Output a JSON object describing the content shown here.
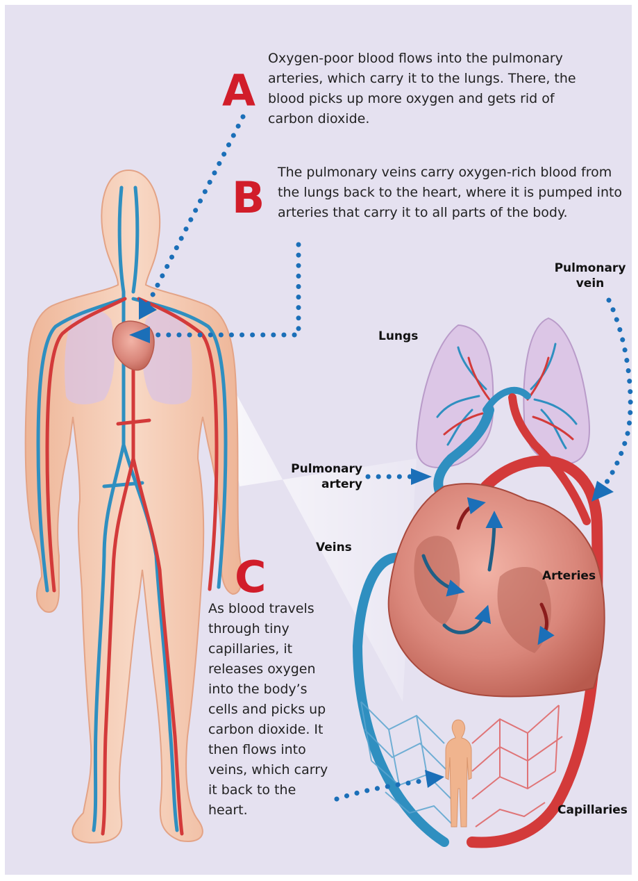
{
  "steps": {
    "a": {
      "letter": "A",
      "text": "Oxygen-poor blood flows into the pulmonary arteries, which carry it to the lungs. There, the blood picks up more oxygen and gets rid of carbon dioxide."
    },
    "b": {
      "letter": "B",
      "text": "The pulmonary veins carry oxygen-rich blood from the lungs back to the heart, where it is pumped into arteries that carry it to all parts of the body."
    },
    "c": {
      "letter": "C",
      "text": "As blood travels through tiny capillaries, it releases oxygen into the body’s cells and picks up carbon dioxide. It then flows into veins, which carry it back to the heart."
    }
  },
  "labels": {
    "pulmonary_vein_line1": "Pulmonary",
    "pulmonary_vein_line2": "vein",
    "lungs": "Lungs",
    "pulmonary_artery_line1": "Pulmonary",
    "pulmonary_artery_line2": "artery",
    "veins": "Veins",
    "arteries": "Arteries",
    "capillaries": "Capillaries"
  },
  "colors": {
    "background": "#e5e1f0",
    "letter": "#d11d2a",
    "artery": "#d33a3a",
    "vein": "#2f8fc0",
    "pointer": "#1b6fb8",
    "skin": "#f3c7ae",
    "heart": "#d9867a",
    "lung": "#d9c3e3"
  }
}
